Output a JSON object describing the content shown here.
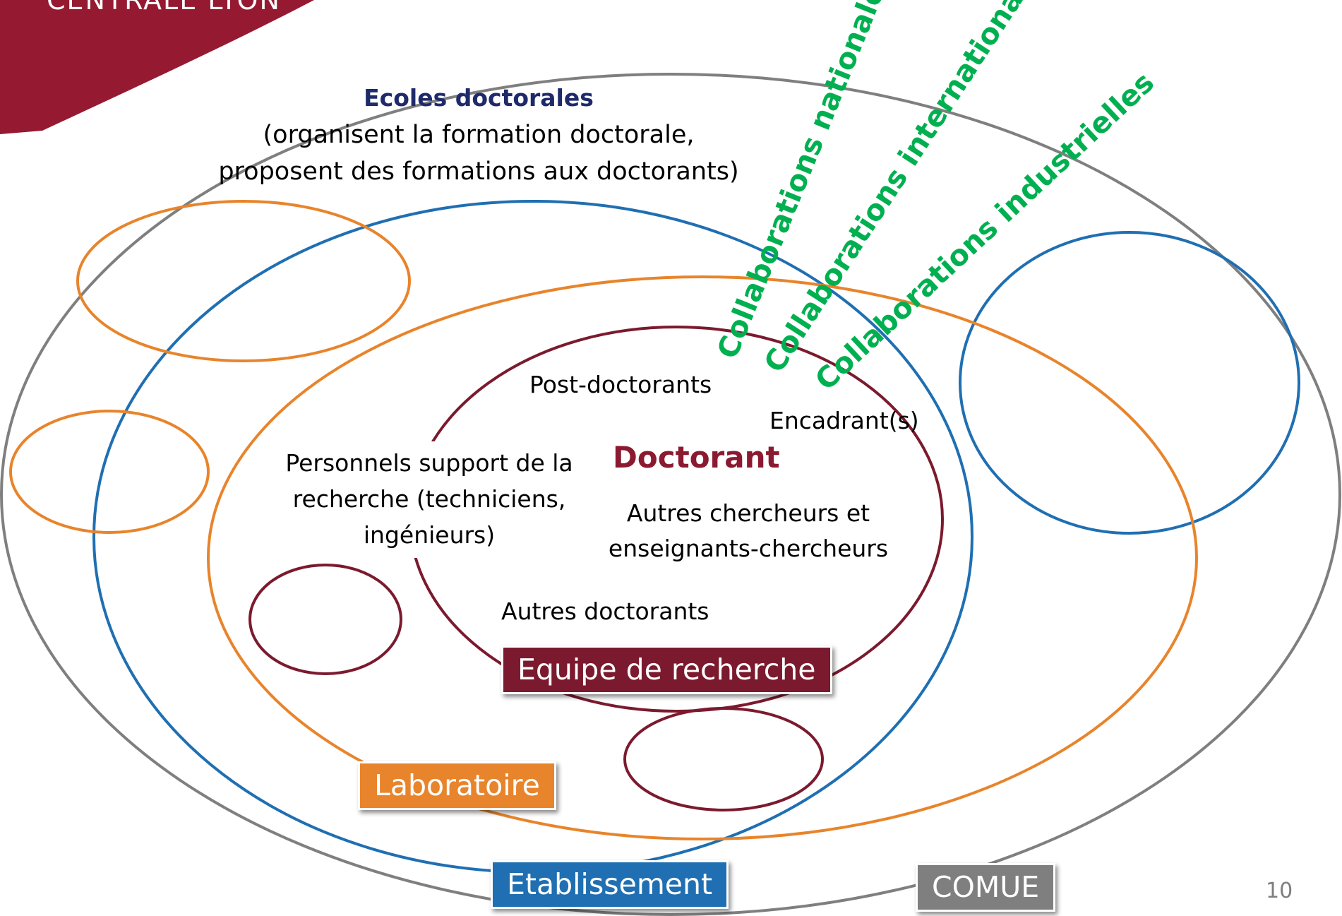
{
  "logo": {
    "text": "CENTRALE LYON",
    "band_color": "#951a31"
  },
  "colors": {
    "comue": "#7f7f7f",
    "etablissement": "#1f6fb2",
    "laboratoire": "#e8842b",
    "equipe": "#7b1a2e",
    "ecoles_title": "#1f2a6b",
    "doctorant": "#8b1a30",
    "collaborations": "#00b050"
  },
  "ecoles": {
    "title": "Ecoles doctorales",
    "line1": "(organisent la formation doctorale,",
    "line2": "proposent des formations aux doctorants)"
  },
  "collaborations": {
    "nationales": "Collaborations nationales",
    "internationales": "Collaborations internationales",
    "industrielles": "Collaborations industrielles"
  },
  "team": {
    "post_doc": "Post-doctorants",
    "encadrants": "Encadrant(s)",
    "doctorant": "Doctorant",
    "personnels": [
      "Personnels support de la",
      "recherche (techniciens,",
      "ingénieurs)"
    ],
    "autres_chercheurs": [
      "Autres chercheurs et",
      "enseignants-chercheurs"
    ],
    "autres_doctorants": "Autres doctorants"
  },
  "labels": {
    "equipe": "Equipe de recherche",
    "laboratoire": "Laboratoire",
    "etablissement": "Etablissement",
    "comue": "COMUE"
  },
  "slide_number": "10"
}
